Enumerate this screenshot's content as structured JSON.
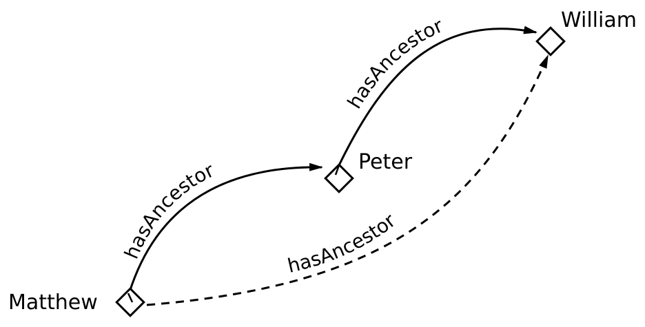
{
  "nodes": {
    "matthew": "Matthew",
    "peter": "Peter",
    "william": "William"
  },
  "edges": [
    {
      "id": "matthew-peter",
      "from": "Matthew",
      "to": "Peter",
      "label": "hasAncestor",
      "style": "solid"
    },
    {
      "id": "peter-william",
      "from": "Peter",
      "to": "William",
      "label": "hasAncestor",
      "style": "solid"
    },
    {
      "id": "matthew-william",
      "from": "Matthew",
      "to": "William",
      "label": "hasAncestor",
      "style": "dashed"
    }
  ],
  "colors": {
    "stroke": "#000000",
    "background": "#ffffff"
  }
}
